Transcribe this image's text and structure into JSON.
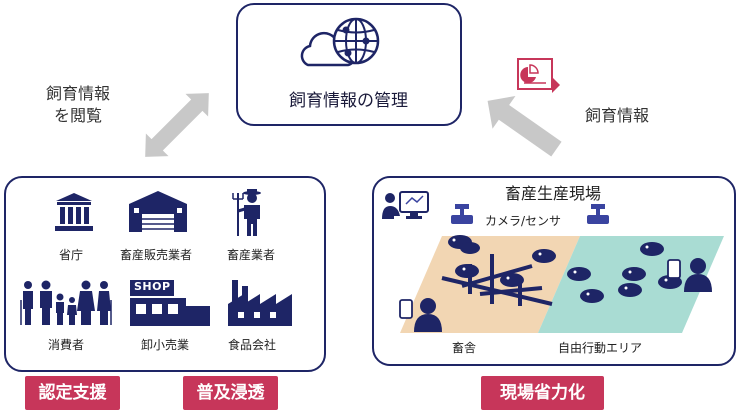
{
  "center_box": {
    "title": "飼育情報の管理"
  },
  "left_arrow_label": {
    "line1": "飼育情報",
    "line2": "を閲覧"
  },
  "right_arrow_label": "飼育情報",
  "stakeholders": {
    "items": [
      {
        "label": "省庁",
        "icon": "government-building-icon"
      },
      {
        "label": "畜産販売業者",
        "icon": "warehouse-icon"
      },
      {
        "label": "畜産業者",
        "icon": "farmer-icon"
      },
      {
        "label": "消費者",
        "icon": "family-icon"
      },
      {
        "label": "卸小売業",
        "icon": "shop-icon"
      },
      {
        "label": "食品会社",
        "icon": "factory-icon"
      }
    ],
    "shop_sign": "SHOP"
  },
  "farm": {
    "title": "畜産生産現場",
    "sensor_label": "カメラ/センサ",
    "barn_label": "畜舎",
    "free_area_label": "自由行動エリア"
  },
  "badges": {
    "certification": "認定支援",
    "promotion": "普及浸透",
    "labor_saving": "現場省力化"
  },
  "colors": {
    "navy": "#1e2566",
    "badge": "#c7365a",
    "barn_floor": "#f2d6b3",
    "free_floor": "#a9dcd3",
    "arrow": "#c8c8c8"
  }
}
